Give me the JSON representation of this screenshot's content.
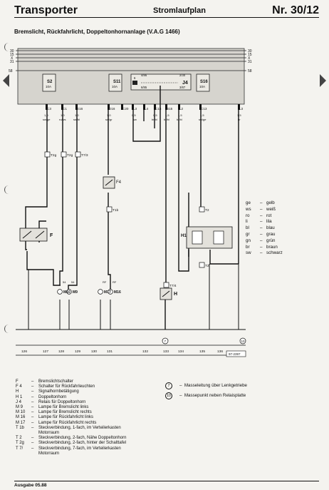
{
  "header": {
    "model": "Transporter",
    "section": "Stromlaufplan",
    "number": "Nr. 30/12"
  },
  "subtitle": "Bremslicht, Rückfahrlicht, Doppeltonhornanlage (V.A.G 1466)",
  "rails": {
    "left": [
      "30",
      "15",
      "X",
      "31"
    ],
    "right": [
      "30",
      "15",
      "X",
      "31"
    ],
    "side_left": "58",
    "side_right": "58"
  },
  "fuses": [
    {
      "name": "S2",
      "amp": "10A"
    },
    {
      "name": "S11",
      "amp": "10A"
    },
    {
      "name": "S16",
      "amp": "10A"
    }
  ],
  "relay": {
    "name": "J4",
    "pins": [
      "4/86",
      "2/30",
      "6/85",
      "3/87"
    ],
    "label": "6"
  },
  "terminals": [
    "C3",
    "C1",
    "E16",
    "D16",
    "C20",
    "L3",
    "L4",
    "C15",
    "B15",
    "L2",
    "C13",
    "L3"
  ],
  "wire_codes": [
    {
      "size": "1,0",
      "color": "sw/ge"
    },
    {
      "size": "1,0",
      "color": "ro/ws"
    },
    {
      "size": "1,0",
      "color": "sw/bl"
    },
    {
      "size": "1,0",
      "color": "sw/gr"
    },
    {
      "size": "0,5",
      "color": "sw"
    },
    {
      "size": "0,5",
      "color": "br/bl"
    },
    {
      "size": "1,5",
      "color": "br/bl"
    },
    {
      "size": "1,5",
      "color": "br/bl"
    },
    {
      "size": "1,5",
      "color": "sw/ge"
    },
    {
      "size": "1,5",
      "color": "br"
    }
  ],
  "connectors": [
    "T2g",
    "T2g",
    "T7/3",
    "T1b",
    "T2",
    "T2",
    "T7/4"
  ],
  "components": {
    "F": "F",
    "F4": "F4",
    "H": "H",
    "H1": "H1",
    "M10": "M10",
    "M9": "M9",
    "M17": "M17",
    "M16": "M16"
  },
  "lamp_pins": [
    "54",
    "54",
    "RF",
    "RF"
  ],
  "ground_marks": [
    "7",
    "10"
  ],
  "grid_numbers": [
    "126",
    "127",
    "128",
    "129",
    "130",
    "131",
    "132",
    "133",
    "134",
    "135",
    "136"
  ],
  "ref_code": "97-2397",
  "color_legend": [
    {
      "code": "ge",
      "name": "gelb"
    },
    {
      "code": "ws",
      "name": "weiß"
    },
    {
      "code": "ro",
      "name": "rot"
    },
    {
      "code": "li",
      "name": "lila"
    },
    {
      "code": "bl",
      "name": "blau"
    },
    {
      "code": "gr",
      "name": "grau"
    },
    {
      "code": "gn",
      "name": "grün"
    },
    {
      "code": "br",
      "name": "braun"
    },
    {
      "code": "sw",
      "name": "schwarz"
    }
  ],
  "component_legend": [
    {
      "code": "F",
      "text": "Bremslichtschalter"
    },
    {
      "code": "F 4",
      "text": "Schalter für Rückfahrleuchten"
    },
    {
      "code": "H",
      "text": "Signalhornbetätigung"
    },
    {
      "code": "H 1",
      "text": "Doppeltonhorn"
    },
    {
      "code": "J 4",
      "text": "Relais für Doppeltonhorn"
    },
    {
      "code": "M 9",
      "text": "Lampe für Bremslicht links"
    },
    {
      "code": "M 10",
      "text": "Lampe für Bremslicht rechts"
    },
    {
      "code": "M 16",
      "text": "Lampe für Rückfahrlicht links"
    },
    {
      "code": "M 17",
      "text": "Lampe für Rückfahrlicht rechts"
    },
    {
      "code": "T 1b",
      "text": "Steckverbindung, 1-fach, im Verteilerkasten"
    },
    {
      "code": "",
      "text": "Motorraum"
    },
    {
      "code": "T 2",
      "text": "Steckverbindung, 2-fach, Nähe Doppeltonhorn"
    },
    {
      "code": "T 2g",
      "text": "Steckverbindung, 2-fach, hinter der Schalttafel"
    },
    {
      "code": "T 7/",
      "text": "Steckverbindung, 7-fach, im Verteilerkasten"
    },
    {
      "code": "",
      "text": "Motorraum"
    }
  ],
  "ground_legend": [
    {
      "num": "7",
      "text": "Masseleitung über Lenkgetriebe"
    },
    {
      "num": "10",
      "text": "Massepunkt neben Relaisplatte"
    }
  ],
  "footer": "Ausgabe 05.88"
}
